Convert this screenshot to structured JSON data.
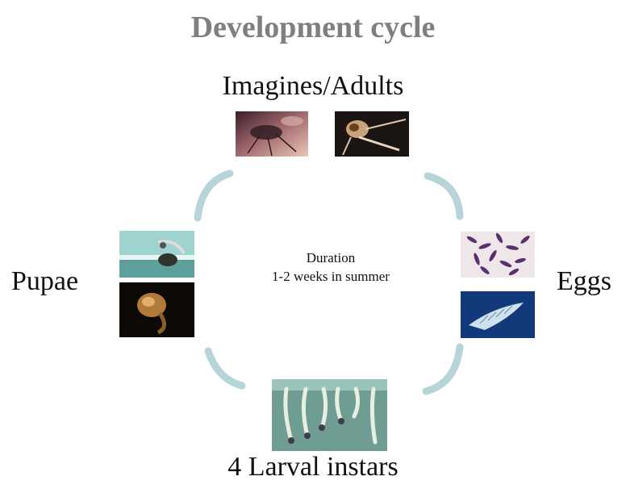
{
  "title": "Development cycle",
  "stages": {
    "adults": "Imagines/Adults",
    "eggs": "Eggs",
    "larvae": "4 Larval instars",
    "pupae": "Pupae"
  },
  "center": {
    "line1": "Duration",
    "line2": "1-2 weeks in summer"
  },
  "colors": {
    "title": "#7f7f7f",
    "arc": "#b7d5d9"
  },
  "photos": [
    "adult-mosquito-photo",
    "adult-mosquito-photo",
    "egg-cluster-photo",
    "egg-raft-photo",
    "larvae-photo",
    "pupa-photo",
    "pupa-photo"
  ]
}
